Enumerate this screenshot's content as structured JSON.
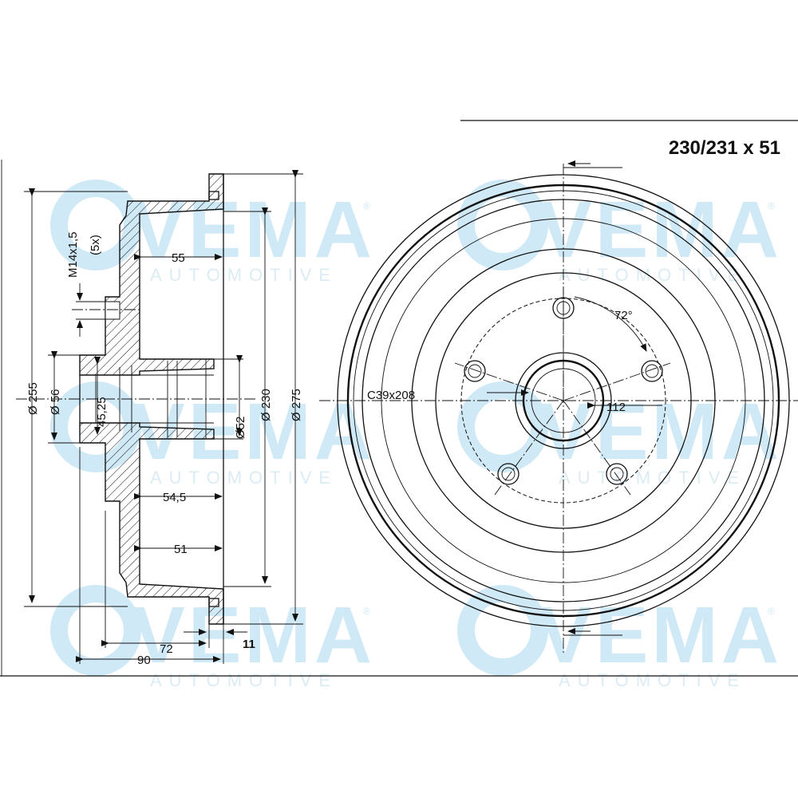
{
  "title": "230/231 x 51",
  "watermark": {
    "brand": "VEMA",
    "sub": "AUTOMOTIVE",
    "registered": "®",
    "brand_color": "#cfe9f6"
  },
  "labels": {
    "thread": "M14x1,5",
    "thread_count": "(5x)",
    "d255": "Ø 255",
    "d56": "Ø 56",
    "d45": "45,25",
    "d52": "Ø52",
    "d230": "Ø 230",
    "d275": "Ø 275",
    "w55": "55",
    "w54_5": "54,5",
    "w51": "51",
    "w72": "72",
    "w90": "90",
    "w11": "11",
    "angle": "72°",
    "spline": "C39x208",
    "pcd": "112"
  },
  "colors": {
    "line": "#111111",
    "watermark": "#cfe9f6"
  }
}
